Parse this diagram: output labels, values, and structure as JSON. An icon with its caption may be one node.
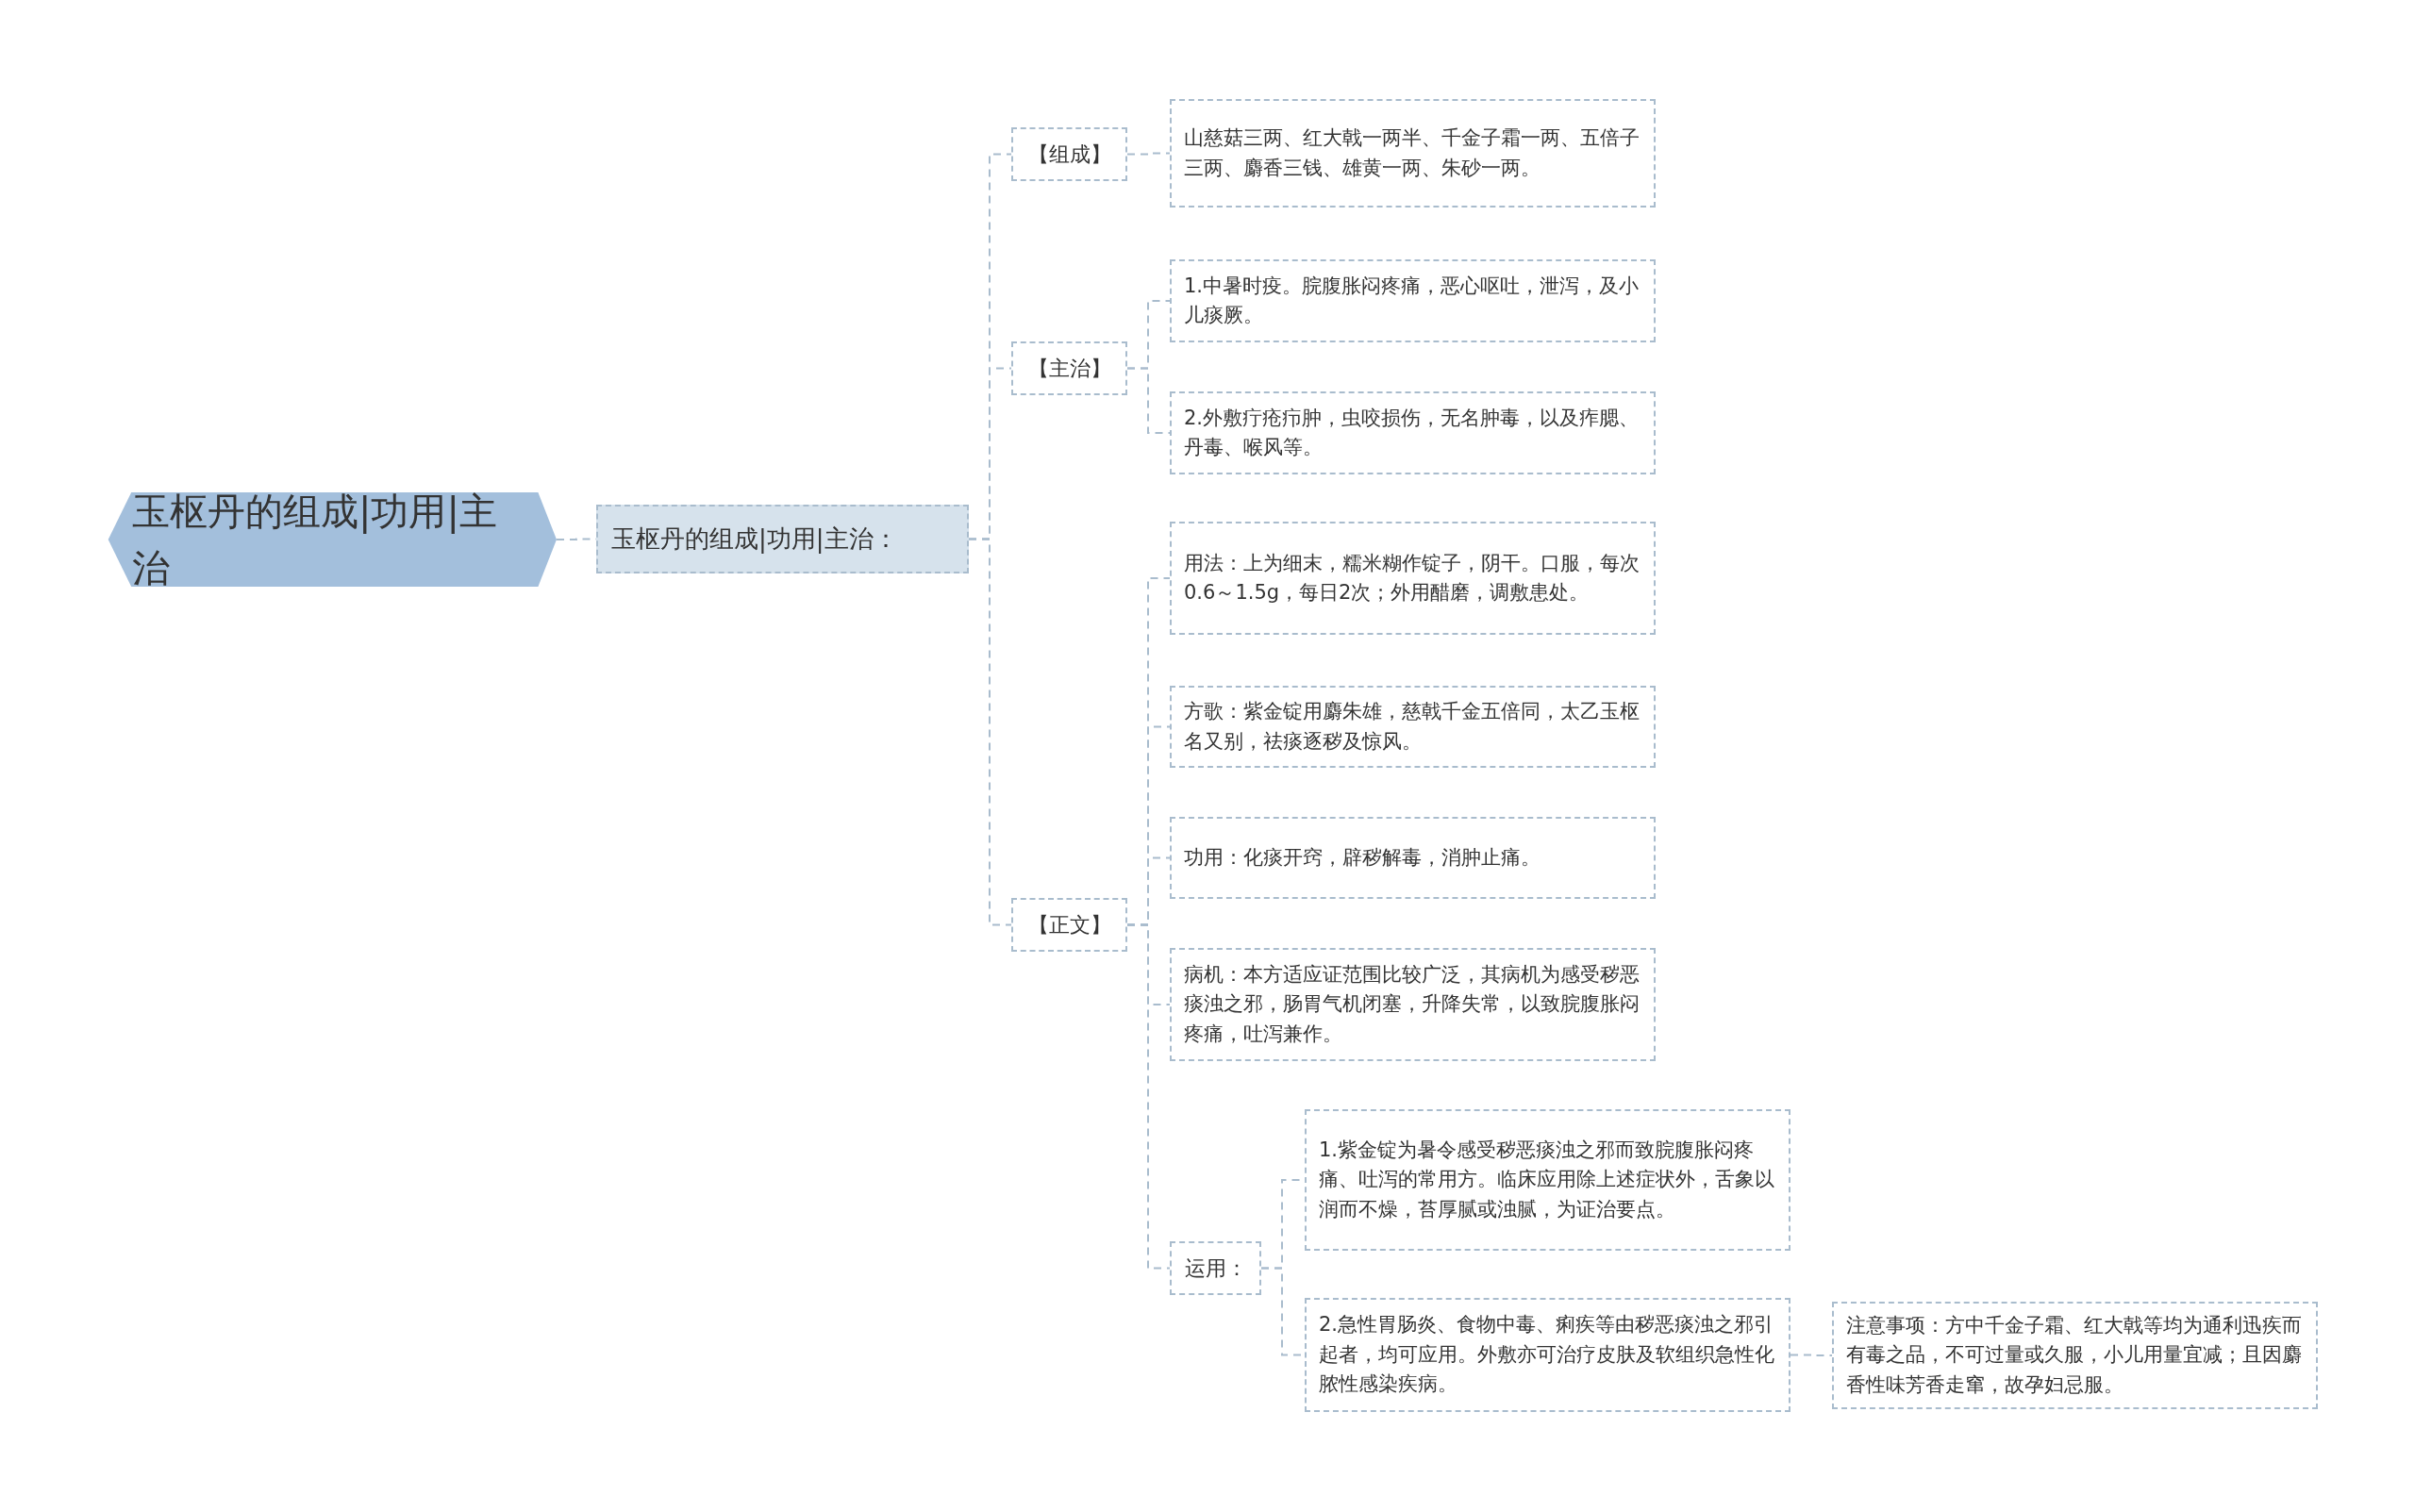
{
  "diagram": {
    "nodes": [
      {
        "text": [
          "玉枢丹的组成|功用|主治"
        ]
      },
      {
        "text": [
          "玉枢丹的组成|功用|主治："
        ]
      },
      {
        "text": [
          "【组成】"
        ]
      },
      {
        "text": [
          "山慈菇三两、红大戟一两半、千金子霜一两、五倍子三两、麝香三钱、雄黄一两、朱砂一两。"
        ]
      },
      {
        "text": [
          "【主治】"
        ]
      },
      {
        "text": [
          "1.中暑时疫。脘腹胀闷疼痛，恶心呕吐，泄泻，及小儿痰厥。"
        ]
      },
      {
        "text": [
          "2.外敷疔疮疖肿，虫咬损伤，无名肿毒，以及痄腮、丹毒、喉风等。"
        ]
      },
      {
        "text": [
          "【正文】"
        ]
      },
      {
        "text": [
          "用法：上为细末，糯米糊作锭子，阴干。口服，每次0.6～1.5g，每日2次；外用醋磨，调敷患处。"
        ]
      },
      {
        "text": [
          "方歌：紫金锭用麝朱雄，慈戟千金五倍同，太乙玉枢名又别，祛痰逐秽及惊风。"
        ]
      },
      {
        "text": [
          "功用：化痰开窍，辟秽解毒，消肿止痛。"
        ]
      },
      {
        "text": [
          "病机：本方适应证范围比较广泛，其病机为感受秽恶痰浊之邪，肠胃气机闭塞，升降失常，以致脘腹胀闷疼痛，吐泻兼作。"
        ]
      },
      {
        "text": [
          "运用："
        ]
      },
      {
        "text": [
          "1.紫金锭为暑令感受秽恶痰浊之邪而致脘腹胀闷疼痛、吐泻的常用方。临床应用除上述症状外，舌象以润而不燥，苔厚腻或浊腻，为证治要点。"
        ]
      },
      {
        "text": [
          "2.急性胃肠炎、食物中毒、痢疾等由秽恶痰浊之邪引起者，均可应用。外敷亦可治疗皮肤及软组织急性化脓性感染疾病。"
        ]
      },
      {
        "text": [
          "注意事项：方中千金子霜、红大戟等均为通利迅疾而有毒之品，不可过量或久服，小儿用量宜减；且因麝香性味芳香走窜，故孕妇忌服。"
        ]
      }
    ],
    "edges": [
      {
        "from": 0,
        "to": 1,
        "arrow": "none"
      },
      {
        "from": 1,
        "to": 2,
        "arrow": "none"
      },
      {
        "from": 1,
        "to": 4,
        "arrow": "none"
      },
      {
        "from": 1,
        "to": 7,
        "arrow": "none"
      },
      {
        "from": 2,
        "to": 3,
        "arrow": "none"
      },
      {
        "from": 4,
        "to": 5,
        "arrow": "none"
      },
      {
        "from": 4,
        "to": 6,
        "arrow": "none"
      },
      {
        "from": 7,
        "to": 8,
        "arrow": "none"
      },
      {
        "from": 7,
        "to": 9,
        "arrow": "none"
      },
      {
        "from": 7,
        "to": 10,
        "arrow": "none"
      },
      {
        "from": 7,
        "to": 11,
        "arrow": "none"
      },
      {
        "from": 7,
        "to": 12,
        "arrow": "none"
      },
      {
        "from": 12,
        "to": 13,
        "arrow": "none"
      },
      {
        "from": 12,
        "to": 14,
        "arrow": "none"
      },
      {
        "from": 14,
        "to": 15,
        "arrow": "none"
      }
    ]
  }
}
